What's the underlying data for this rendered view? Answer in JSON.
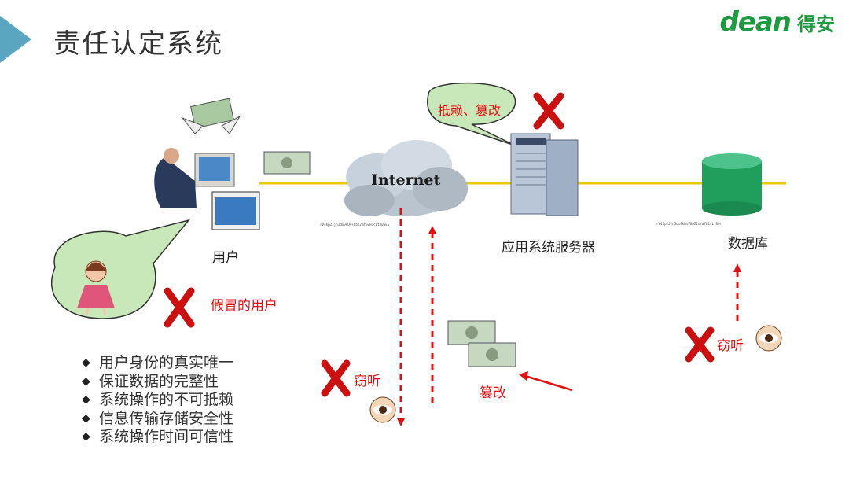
{
  "header": {
    "title": "责任认定系统",
    "brand_word": "dean",
    "brand_cn": "得安"
  },
  "nodes": {
    "user_label": "用户",
    "cloud_label": "Internet",
    "server_label": "应用系统服务器",
    "db_label": "数据库"
  },
  "threats": {
    "fake_user": "假冒的用户",
    "server_bubble": "抵赖、篡改",
    "eavesdrop_left": "窃听",
    "tamper": "篡改",
    "eavesdrop_right": "窃听"
  },
  "bullets": [
    "用户身份的真实唯一",
    "保证数据的完整性",
    "系统操作的不可抵赖",
    "信息传输存储安全性",
    "系统操作时间可信性"
  ],
  "bullet_marker": "◆",
  "hash_left": "rV4Kp2Jjn3dx9kQsF8bZ2mYw7H1cLtR0aE6vN5uGpXoTi4BqWfD9sKjh3ZlMy8eRc2VtA7nPuF0gHb5xQwJ1oSd6Lk4YzEmT9rCa3NvIp8UjX2fGh7Ws0BtKq5Dl1MnOe6RiVy4Zc9SuAx3PgFj8HbLwT2oQk7EdNr0YmCv5XsIa1Gh6UpJz9KtBf4WlMe3RyDq8VnOc2SiXg7FuAw0Pj5TbHk1LrZm6Qy9EdCs4NvJo3GxIa8BtUf2Kh7WpMl0Re5YnDq1VcOz6SgXi9FuAj4PbTw3HkLm8ZrEy2QdCs7NvJo0GxIa5BtUf1Kh6WpMl9Re4YnDq3VcOz8SgXi2FuAj7PbTw0HkLm5ZrEy1QdCs6NvJo9GxIa4BtUf3Kh8WpMl2Re7YnDq0VcOz5SgXi1FuAj6PbTw9HkLm4ZrEy3QdCs8NvJo2GxIa7BtUf0Kh5WpMl1Re6YnDq9VcOz4SgXi3FuAj8PbTw2HkLm7ZrEy0QdCs5NvJo1GxIa6BtUf9Kh4WpMl3Re8YnDq2VcOz7SgXi0FuAj5PbTw1HkLm6ZrEy9QdCs4NvJo3GxIa8BtUf2Kh7WpMl0Re5YnDq1VcOz6SgXi9FuAj4PbTw3HkLm8ZrEy2QdCs7NvJo0GxIa5BtUf1Kh6WpMl9Re4YnDq3VcOz8SgXi2FuAj7PbTw0HkLm5ZrEy1QdCs6NvJo9GxIa4BtUf3Kh8WpMl2Re7YnDq0VcOz5SgXi1FuAj6PbTw9HkLm4ZrEy3QdCs8NvJo2GxIa7BtUf0Kh5WpMl1Re6YnDq9VcOz4SgXi3FuAj8PbTw2HkLm7ZrEy0QdCs5NvJo1GxIa6BtUf9Kh4WpMl3Re8",
  "hash_right": "rV4Kp2Jjn3dx9kQsF8bZ2mYw7H1cLtR0aE6vN5uGpXoTi4BqWfD9sKjh3ZlMy8eRc2VtA7nPuF0gHb5xQwJ1oSd6Lk4YzEmT9rCa3NvIp8UjX2fGh7Ws0BtKq5Dl1MnOe6RiVy4Zc9SuAx3PgFj8HbLwT2oQk7EdNr0YmCv5XsIa1Gh6UpJz9KtBf4WlMe3RyDq8VnOc2SiXg7FuAw0Pj5TbHk1LrZm6Qy9EdCs4NvJo3GxIa8BtUf2Kh7WpMl0Re5YnDq1VcOz6SgXi9FuAj4PbTw3HkLm8ZrEy2QdCs7NvJo0GxIa5BtUf1Kh6WpMl9Re4YnDq3VcOz8SgXi2FuAj7PbTw0HkLm5ZrEy1QdCs6NvJo9GxIa4BtUf3Kh8WpMl2Re7YnDq0VcOz5SgXi1FuAj6PbTw9HkLm4ZrEy3QdCs8NvJo2GxIa7BtUf0Kh5WpMl1Re6YnDq9VcOz4SgXi3FuAj8PbTw2HkLm7ZrEy0QdCs5NvJo1GxIa6BtUf9Kh4WpMl3Re8YnDq2VcOz7SgXi0FuAj5PbTw1HkLm6ZrEy9QdCs4NvJo3GxIa8",
  "colors": {
    "title_arrow": "#5aa5c0",
    "brand_green": "#1e9a40",
    "threat_red": "#e01010",
    "line_yellow": "#e8c800",
    "bubble_fill": "#c9e8b9",
    "db_green": "#1f9e5c"
  }
}
